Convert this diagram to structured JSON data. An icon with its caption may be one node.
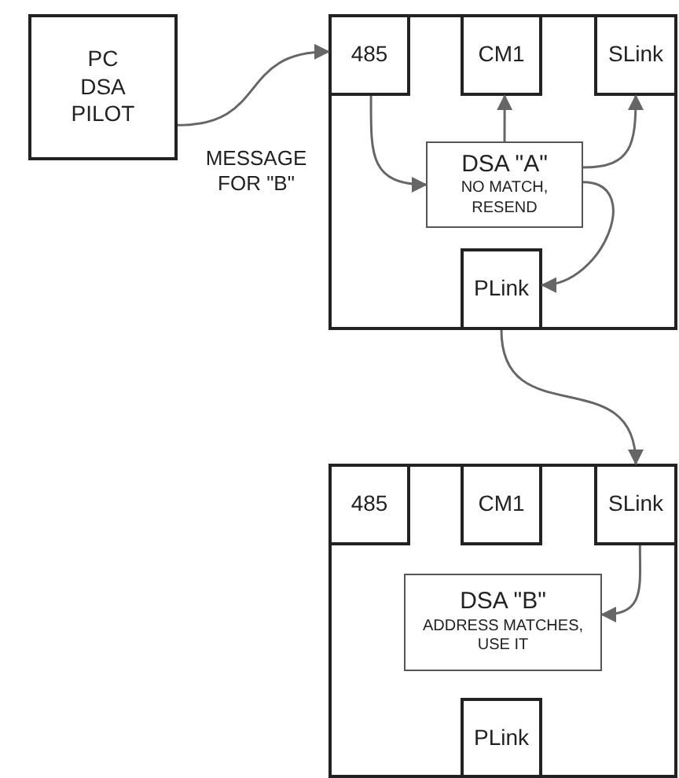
{
  "diagram": {
    "nodes": [
      {
        "text": [
          "PC DSA PILOT"
        ]
      },
      {
        "text": [],
        "shape": "box"
      },
      {
        "text": [
          "485"
        ],
        "in": 1
      },
      {
        "text": [
          "CM1"
        ],
        "in": 1
      },
      {
        "text": [
          "SLink"
        ],
        "in": 1
      },
      {
        "text": [
          "DSA \"A\"",
          "NO MATCH, RESEND"
        ],
        "in": 1
      },
      {
        "text": [
          "PLink"
        ],
        "in": 1
      },
      {
        "text": [],
        "shape": "box"
      },
      {
        "text": [
          "485"
        ],
        "in": 7
      },
      {
        "text": [
          "CM1"
        ],
        "in": 7
      },
      {
        "text": [
          "SLink"
        ],
        "in": 7
      },
      {
        "text": [
          "DSA \"B\"",
          "ADDRESS MATCHES, USE IT"
        ],
        "in": 7
      },
      {
        "text": [
          "PLink"
        ],
        "in": 7
      }
    ],
    "edges": [
      {
        "from": 0,
        "to": 2,
        "arrow": "to",
        "label": "MESSAGE FOR \"B\""
      },
      {
        "from": 2,
        "to": 5,
        "arrow": "to"
      },
      {
        "from": 5,
        "to": 3,
        "arrow": "to"
      },
      {
        "from": 5,
        "to": 4,
        "arrow": "to"
      },
      {
        "from": 5,
        "to": 6,
        "arrow": "to"
      },
      {
        "from": 6,
        "to": 10,
        "arrow": "to"
      },
      {
        "from": 10,
        "to": 11,
        "arrow": "to"
      }
    ]
  }
}
